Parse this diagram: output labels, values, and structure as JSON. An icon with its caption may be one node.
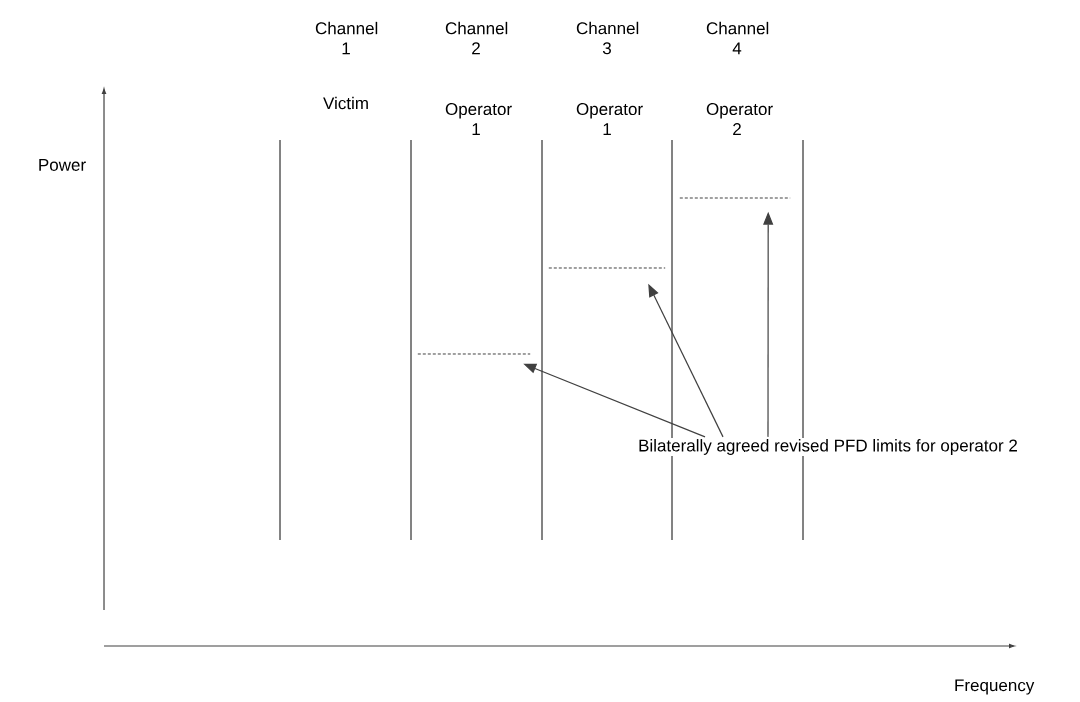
{
  "diagram": {
    "nodes": [
      {
        "text": [],
        "shape": "line"
      },
      {
        "text": [],
        "shape": "line"
      },
      {
        "text": [],
        "shape": "line"
      },
      {
        "text": [
          "Bilaterally agreed revised PFD limits for operator 2"
        ]
      }
    ],
    "edges": [
      {
        "from": 3,
        "to": 0,
        "arrow": "to"
      },
      {
        "from": 3,
        "to": 1,
        "arrow": "to"
      },
      {
        "from": 3,
        "to": 2,
        "arrow": "to"
      }
    ],
    "labels": [
      "Channel 1",
      "Channel 2",
      "Channel 3",
      "Channel 4",
      "Victim",
      "Operator 1",
      "Operator 1",
      "Operator 2",
      "Power",
      "Frequency"
    ]
  }
}
